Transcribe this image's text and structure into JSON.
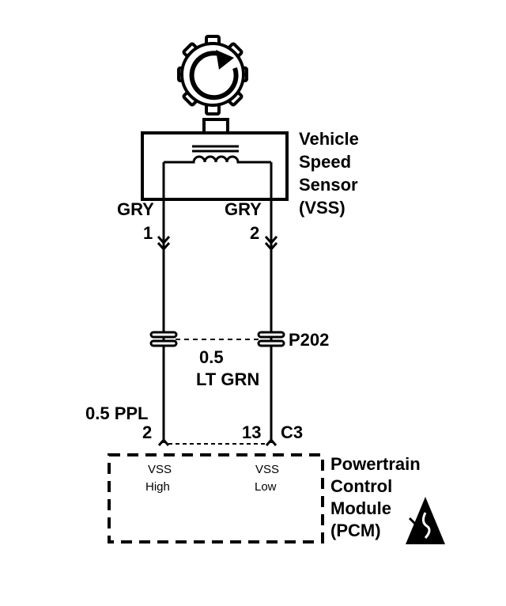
{
  "sensor": {
    "name_lines": [
      "Vehicle",
      "Speed",
      "Sensor",
      "(VSS)"
    ]
  },
  "wires": {
    "left": {
      "color": "GRY",
      "pin": "1"
    },
    "right": {
      "color": "GRY",
      "pin": "2"
    }
  },
  "connector_p202": {
    "label": "P202"
  },
  "wire_lower_right": {
    "gauge": "0.5",
    "color": "LT GRN"
  },
  "wire_lower_left": {
    "gauge_color": "0.5 PPL"
  },
  "pcm_connector": {
    "left_pin": "2",
    "right_pin": "13",
    "label": "C3"
  },
  "pcm": {
    "name_lines": [
      "Powertrain",
      "Control",
      "Module",
      "(PCM)"
    ],
    "input_high": [
      "VSS",
      "High"
    ],
    "input_low": [
      "VSS",
      "Low"
    ]
  },
  "icons": [
    "gear-icon",
    "rotation-arrow-icon",
    "coil-icon",
    "esd-warning-icon"
  ]
}
